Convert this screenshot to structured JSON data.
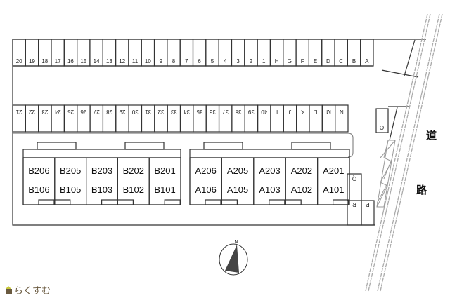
{
  "parking_top_row": [
    "20",
    "19",
    "18",
    "17",
    "16",
    "15",
    "14",
    "13",
    "12",
    "11",
    "10",
    "9",
    "8",
    "7",
    "6",
    "5",
    "4",
    "3",
    "2",
    "1",
    "H",
    "G",
    "F",
    "E",
    "D",
    "C",
    "B",
    "A"
  ],
  "parking_bottom_row": [
    "21",
    "22",
    "23",
    "24",
    "25",
    "26",
    "27",
    "28",
    "29",
    "30",
    "31",
    "32",
    "33",
    "34",
    "35",
    "36",
    "37",
    "38",
    "39",
    "40",
    "I",
    "J",
    "K",
    "L",
    "M",
    "N"
  ],
  "building_b": {
    "upper": [
      "B206",
      "B205",
      "B203",
      "B202",
      "B201"
    ],
    "lower": [
      "B106",
      "B105",
      "B103",
      "B102",
      "B101"
    ]
  },
  "building_a": {
    "upper": [
      "A206",
      "A205",
      "A203",
      "A202",
      "A201"
    ],
    "lower": [
      "A106",
      "A105",
      "A103",
      "A102",
      "A101"
    ]
  },
  "small_spaces": {
    "o": "O",
    "q": "Q",
    "r": "R",
    "p": "P"
  },
  "road_label": [
    "道",
    "路"
  ],
  "compass": {
    "north": "N"
  },
  "logo": {
    "text": "らくすむ"
  }
}
